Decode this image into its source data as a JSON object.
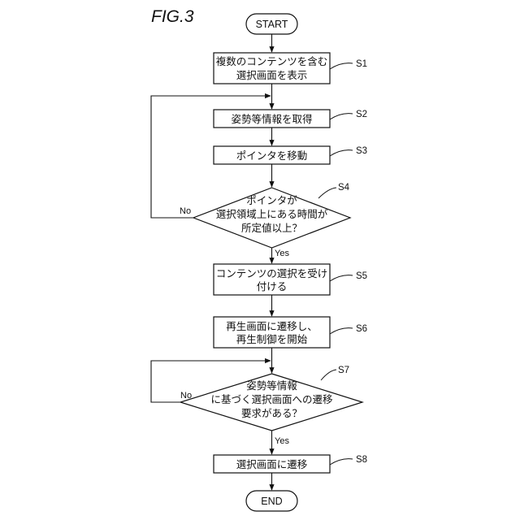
{
  "figure": {
    "title": "FIG.3"
  },
  "terminals": {
    "start": "START",
    "end": "END"
  },
  "steps": {
    "s1": {
      "id": "S1",
      "lines": [
        "複数のコンテンツを含む",
        "選択画面を表示"
      ]
    },
    "s2": {
      "id": "S2",
      "lines": [
        "姿勢等情報を取得"
      ]
    },
    "s3": {
      "id": "S3",
      "lines": [
        "ポインタを移動"
      ]
    },
    "s4": {
      "id": "S4",
      "lines": [
        "ポインタが",
        "選択領域上にある時間が",
        "所定値以上？"
      ]
    },
    "s5": {
      "id": "S5",
      "lines": [
        "コンテンツの選択を受け",
        "付ける"
      ]
    },
    "s6": {
      "id": "S6",
      "lines": [
        "再生画面に遷移し、",
        "再生制御を開始"
      ]
    },
    "s7": {
      "id": "S7",
      "lines": [
        "姿勢等情報",
        "に基づく選択画面への遷移",
        "要求がある？"
      ]
    },
    "s8": {
      "id": "S8",
      "lines": [
        "選択画面に遷移"
      ]
    }
  },
  "branches": {
    "s4_no": "No",
    "s4_yes": "Yes",
    "s7_no": "No",
    "s7_yes": "Yes"
  }
}
